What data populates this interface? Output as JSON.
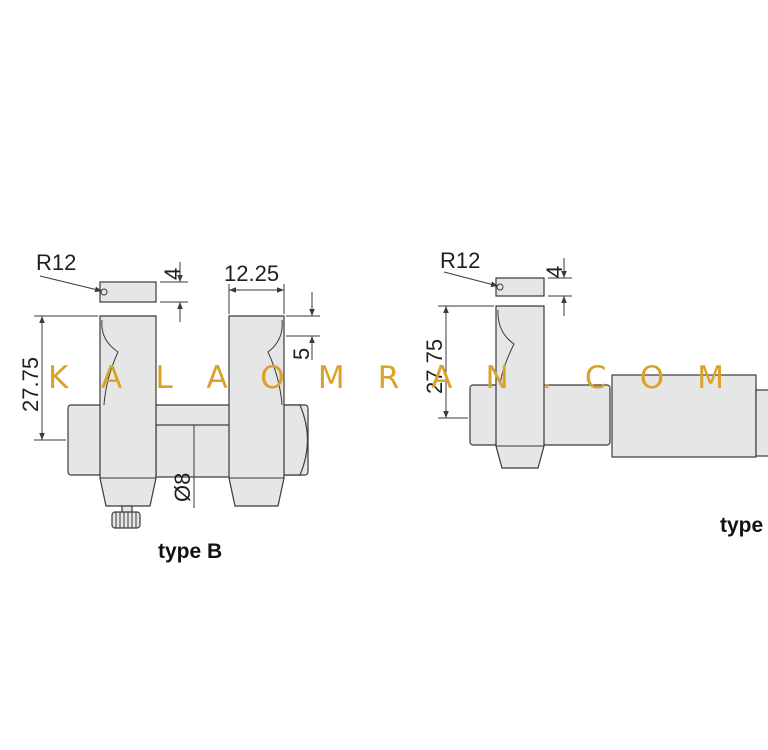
{
  "left_drawing": {
    "radius_label": "R12",
    "tip_height_label": "4",
    "tip_width_label": "12.25",
    "step_label": "5",
    "height_label": "27.75",
    "diameter_label": "Ø8",
    "caption": "type B"
  },
  "right_drawing": {
    "radius_label": "R12",
    "tip_height_label": "4",
    "height_label": "27.75",
    "caption": "type"
  },
  "watermark": {
    "text": "KALAOMRAN.COM",
    "color": "#d9a22a"
  }
}
